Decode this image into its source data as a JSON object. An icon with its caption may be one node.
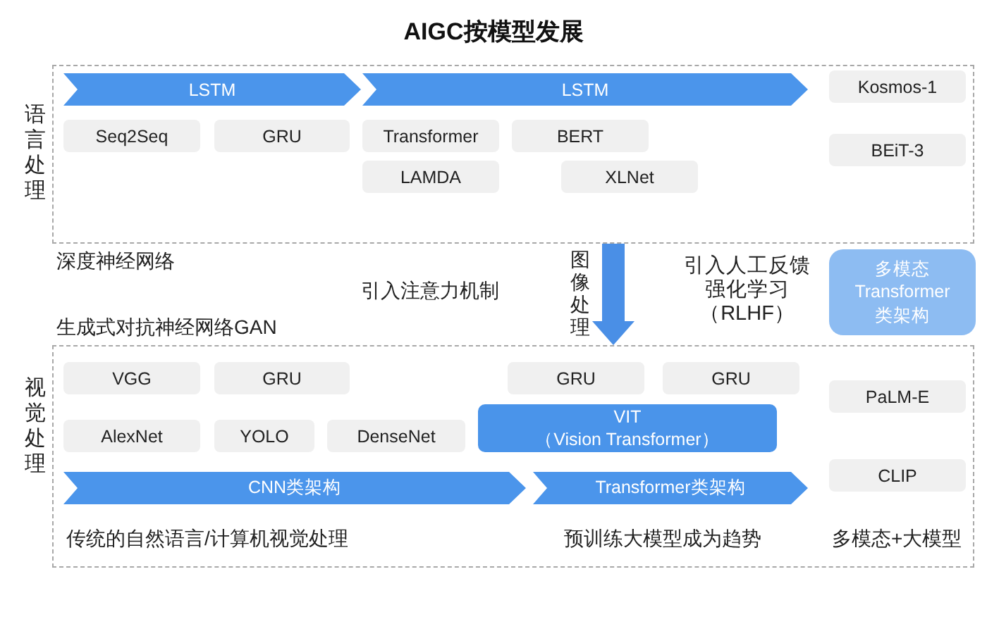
{
  "diagram": {
    "title": "AIGC按模型发展",
    "nodes": [
      {
        "text": [
          "语言处理"
        ]
      },
      {
        "text": [
          "LSTM"
        ],
        "in": 0
      },
      {
        "text": [
          "LSTM"
        ],
        "in": 0
      },
      {
        "text": [
          "Kosmos-1"
        ],
        "in": 0
      },
      {
        "text": [
          "Seq2Seq"
        ],
        "in": 0
      },
      {
        "text": [
          "GRU"
        ],
        "in": 0
      },
      {
        "text": [
          "Transformer"
        ],
        "in": 0
      },
      {
        "text": [
          "BERT"
        ],
        "in": 0
      },
      {
        "text": [
          "BEiT-3"
        ],
        "in": 0
      },
      {
        "text": [
          "LAMDA"
        ],
        "in": 0
      },
      {
        "text": [
          "XLNet"
        ],
        "in": 0
      },
      {
        "text": [
          "多模态Transformer类架构"
        ]
      },
      {
        "text": [
          "视觉处理"
        ]
      },
      {
        "text": [
          "VGG"
        ],
        "in": 12
      },
      {
        "text": [
          "GRU"
        ],
        "in": 12
      },
      {
        "text": [
          "GRU"
        ],
        "in": 12
      },
      {
        "text": [
          "GRU"
        ],
        "in": 12
      },
      {
        "text": [
          "PaLM-E"
        ],
        "in": 12
      },
      {
        "text": [
          "AlexNet"
        ],
        "in": 12
      },
      {
        "text": [
          "YOLO"
        ],
        "in": 12
      },
      {
        "text": [
          "DenseNet"
        ],
        "in": 12
      },
      {
        "text": [
          "VIT",
          "（Vision Transformer）"
        ],
        "in": 12
      },
      {
        "text": [
          "CLIP"
        ],
        "in": 12
      },
      {
        "text": [
          "CNN类架构"
        ],
        "in": 12
      },
      {
        "text": [
          "Transformer类架构"
        ],
        "in": 12
      }
    ],
    "edges": [
      {
        "from": 0,
        "to": 12,
        "arrow": "to",
        "label": "图像处理"
      }
    ],
    "labels": [
      "深度神经网络",
      "引入注意力机制",
      "引入人工反馈强化学习（RLHF）",
      "生成式对抗神经网络GAN",
      "传统的自然语言/计算机视觉处理",
      "预训练大模型成为趋势",
      "多模态+大模型"
    ]
  }
}
